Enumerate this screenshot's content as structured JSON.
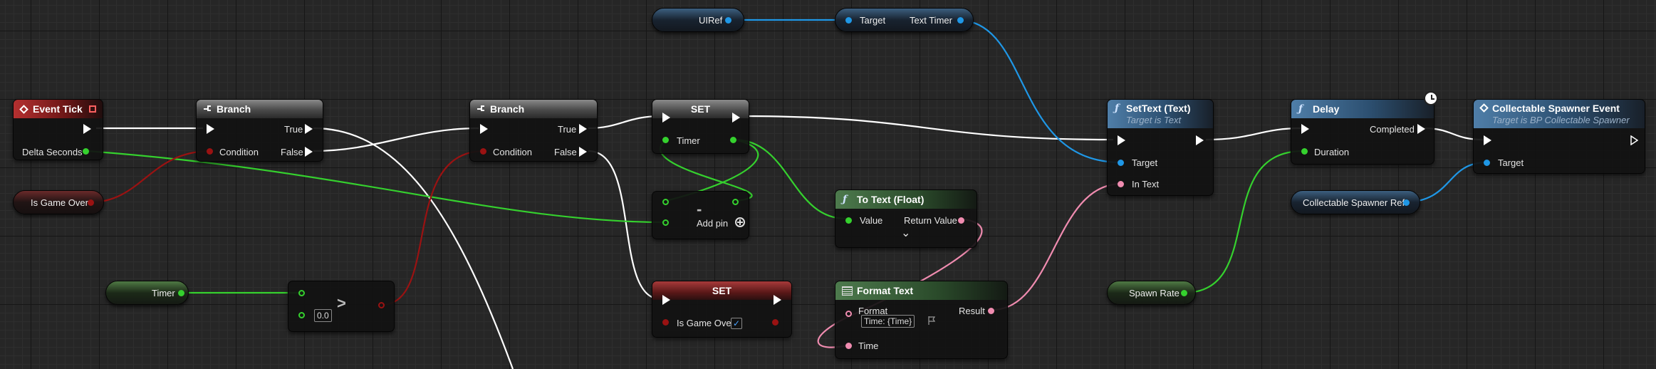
{
  "colors": {
    "exec": "#ffffff",
    "float": "#35d12e",
    "bool": "#9a1212",
    "object": "#1f97e6",
    "text": "#f08cb0"
  },
  "nodes": {
    "event_tick": {
      "title": "Event Tick",
      "out_delta": "Delta Seconds"
    },
    "is_game_over_var": {
      "label": "Is Game Over"
    },
    "branch1": {
      "title": "Branch",
      "condition": "Condition",
      "true": "True",
      "false": "False"
    },
    "timer_var": {
      "label": "Timer"
    },
    "greater": {
      "op": ">",
      "b_value": "0.0"
    },
    "branch2": {
      "title": "Branch",
      "condition": "Condition",
      "true": "True",
      "false": "False"
    },
    "uiref_var": {
      "label": "UIRef"
    },
    "set_timer": {
      "title": "SET",
      "field": "Timer"
    },
    "subtract": {
      "op": "-",
      "add_pin": "Add pin"
    },
    "set_game_over": {
      "title": "SET",
      "field": "Is Game Over",
      "checked": "✓"
    },
    "text_timer": {
      "target": "Target",
      "out": "Text Timer"
    },
    "to_text": {
      "title": "To Text (Float)",
      "value": "Value",
      "return": "Return Value",
      "chevron": "⌄"
    },
    "format_text": {
      "title": "Format Text",
      "format": "Format",
      "format_value": "Time: {Time}",
      "time": "Time",
      "result": "Result"
    },
    "set_text": {
      "title": "SetText (Text)",
      "subtitle": "Target is Text",
      "target": "Target",
      "in_text": "In Text"
    },
    "spawn_rate_var": {
      "label": "Spawn Rate"
    },
    "delay": {
      "title": "Delay",
      "completed": "Completed",
      "duration": "Duration"
    },
    "spawner_ref_var": {
      "label": "Collectable Spawner Ref"
    },
    "spawner_event": {
      "title": "Collectable Spawner Event",
      "subtitle": "Target is BP Collectable Spawner",
      "target": "Target"
    }
  }
}
